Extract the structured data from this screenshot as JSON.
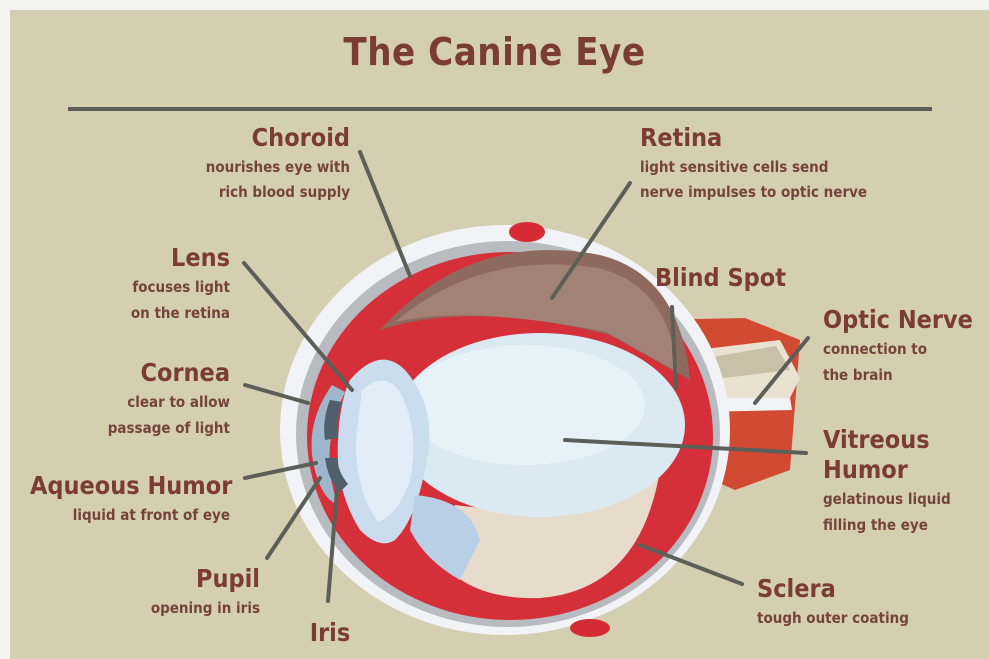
{
  "title": "The Canine Eye",
  "colors": {
    "background": "#d4cfb1",
    "label_text": "#7a3c34",
    "rule": "#5c5f58"
  },
  "labels": {
    "choroid": {
      "name": "Choroid",
      "desc1": "nourishes eye with",
      "desc2": "rich blood supply"
    },
    "retina": {
      "name": "Retina",
      "desc1": "light sensitive cells send",
      "desc2": "nerve impulses to optic nerve"
    },
    "lens": {
      "name": "Lens",
      "desc1": "focuses light",
      "desc2": "on the retina"
    },
    "blind_spot": {
      "name": "Blind Spot"
    },
    "optic_nerve": {
      "name": "Optic Nerve",
      "desc1": "connection to",
      "desc2": "the brain"
    },
    "cornea": {
      "name": "Cornea",
      "desc1": "clear to allow",
      "desc2": "passage of light"
    },
    "vitreous_humor": {
      "name1": "Vitreous",
      "name2": "Humor",
      "desc1": "gelatinous liquid",
      "desc2": "filling the eye"
    },
    "aqueous_humor": {
      "name": "Aqueous Humor",
      "desc1": "liquid at front of eye"
    },
    "pupil": {
      "name": "Pupil",
      "desc1": "opening in iris"
    },
    "iris": {
      "name": "Iris"
    },
    "sclera": {
      "name": "Sclera",
      "desc1": "tough outer coating"
    }
  }
}
